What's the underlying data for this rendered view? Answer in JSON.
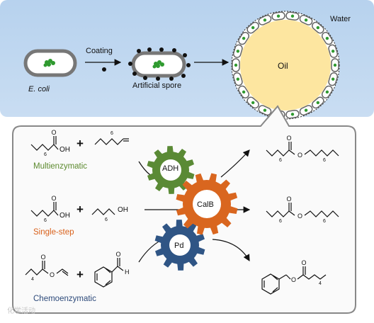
{
  "top": {
    "ecoli_label": "E. coli",
    "coating_label": "Coating",
    "spore_label": "Artificial spore",
    "oil_label": "Oil",
    "water_label": "Water"
  },
  "reactions": {
    "multi_label": "Multienzymatic",
    "single_label": "Single-step",
    "chemo_label": "Chemoenzymatic",
    "plus": "+",
    "chain_subscript_6": "6",
    "chain_subscript_4": "4",
    "oh_label": "OH",
    "o_label": "O",
    "h_label": "H"
  },
  "gears": {
    "adh": "ADH",
    "calb": "CalB",
    "pd": "Pd"
  },
  "colors": {
    "sky": "#bcd6f0",
    "oil": "#fde6a0",
    "adh_gear": "#5a8a35",
    "calb_gear": "#d9661f",
    "pd_gear": "#2f5585",
    "bacterium_green": "#2f9a2f"
  },
  "watermark": "化学活动"
}
